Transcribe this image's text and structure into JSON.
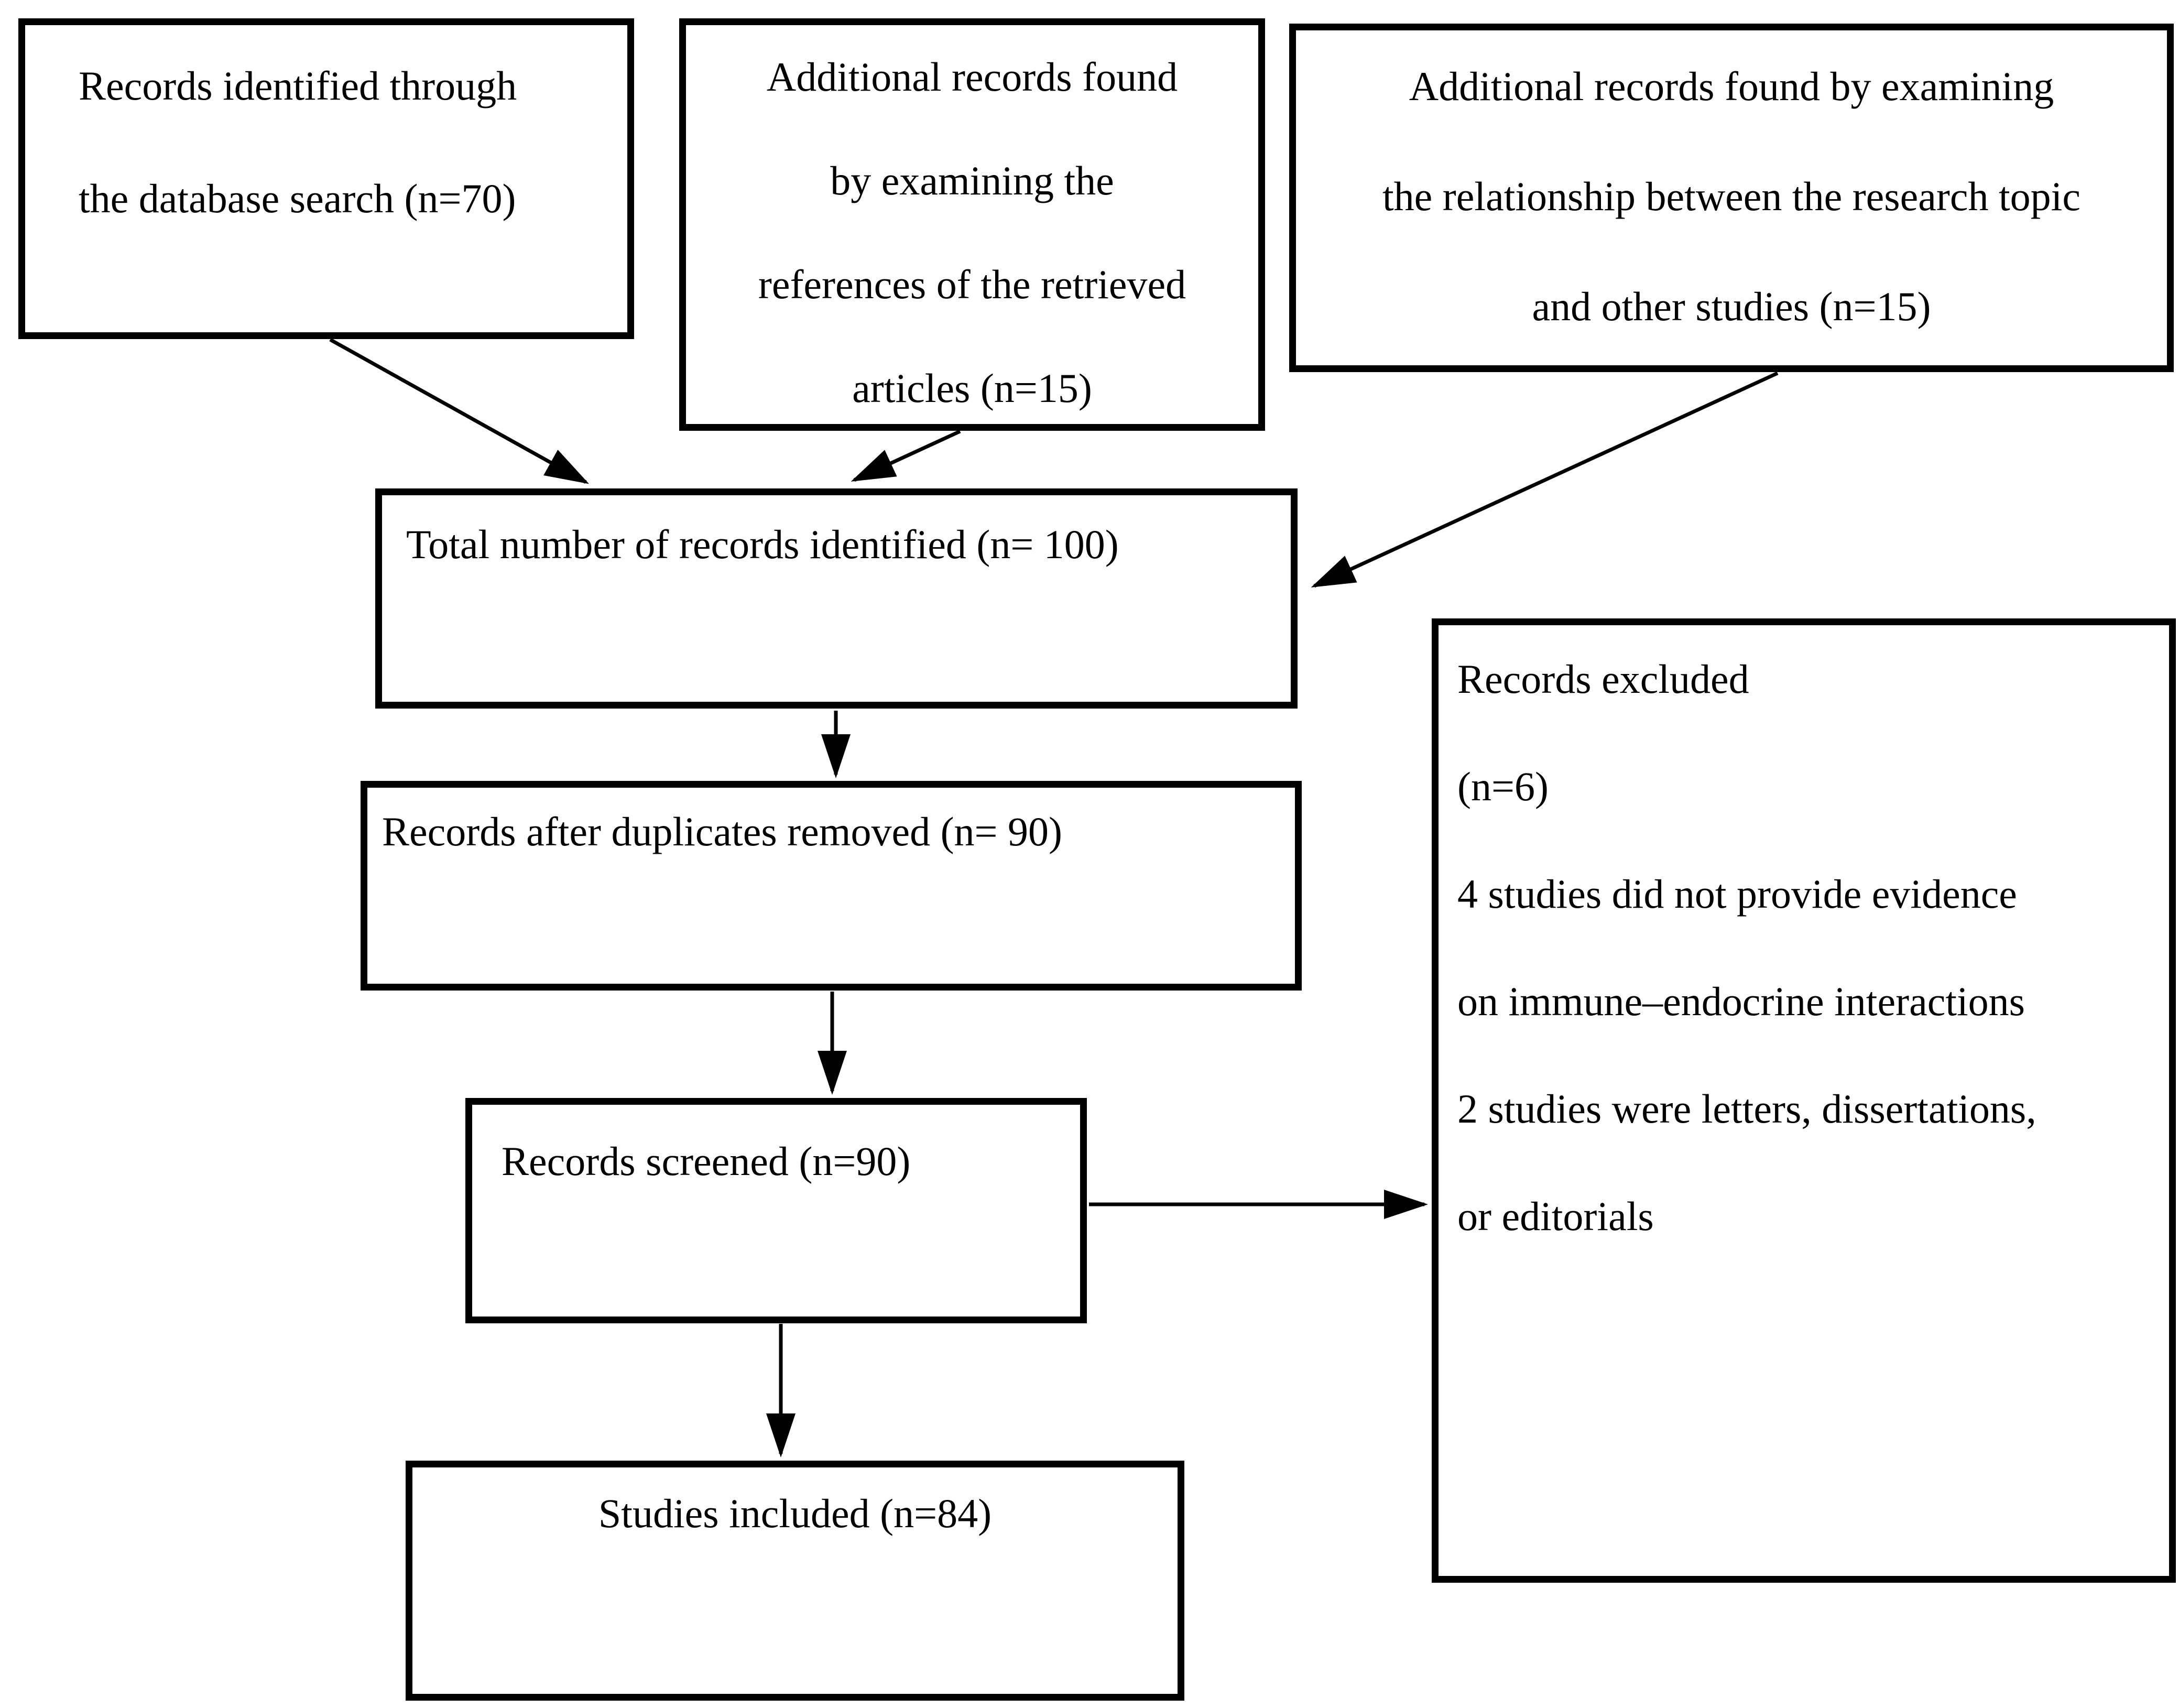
{
  "colors": {
    "ink": "#000000",
    "background": "#ffffff"
  },
  "boxes": {
    "records_identified": {
      "lines": [
        "Records identified through",
        "the database search (n=70)"
      ]
    },
    "additional_references": {
      "lines": [
        "Additional records found",
        "by examining the",
        "references of the retrieved",
        "articles (n=15)"
      ]
    },
    "additional_relationship": {
      "lines": [
        "Additional records found by examining",
        "the relationship between the research topic",
        "and other studies (n=15)"
      ]
    },
    "total_identified": {
      "lines": [
        "Total number of records identified (n= 100)"
      ]
    },
    "duplicates_removed": {
      "lines": [
        "Records after duplicates removed (n= 90)"
      ]
    },
    "records_screened": {
      "lines": [
        "Records screened (n=90)"
      ]
    },
    "studies_included": {
      "lines": [
        "Studies included (n=84)"
      ]
    },
    "records_excluded": {
      "lines": [
        "Records excluded",
        "(n=6)",
        "4 studies did not provide evidence",
        "on immune–endocrine interactions",
        "2 studies were letters, dissertations,",
        "or editorials"
      ]
    }
  }
}
